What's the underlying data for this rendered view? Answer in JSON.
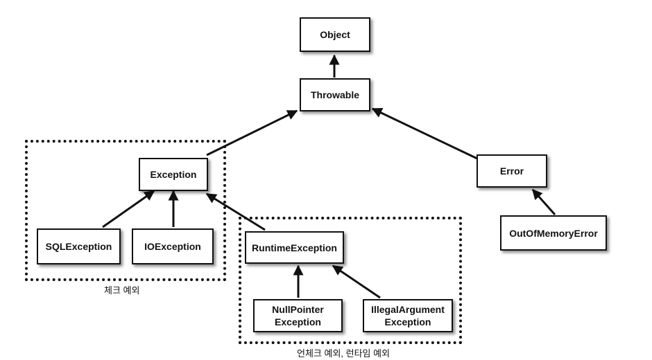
{
  "nodes": {
    "object": "Object",
    "throwable": "Throwable",
    "exception": "Exception",
    "error": "Error",
    "sqlexception": "SQLException",
    "ioexception": "IOException",
    "runtimeexception": "RuntimeException",
    "outofmemoryerror": "OutOfMemoryError",
    "nullpointer": "NullPointer\nException",
    "illegalargument": "IllegalArgument\nException"
  },
  "groups": {
    "checked_label": "체크 예외",
    "unchecked_label": "언체크 예외, 런타임 예외"
  },
  "colors": {
    "line": "#111111",
    "background": "#ffffff"
  }
}
